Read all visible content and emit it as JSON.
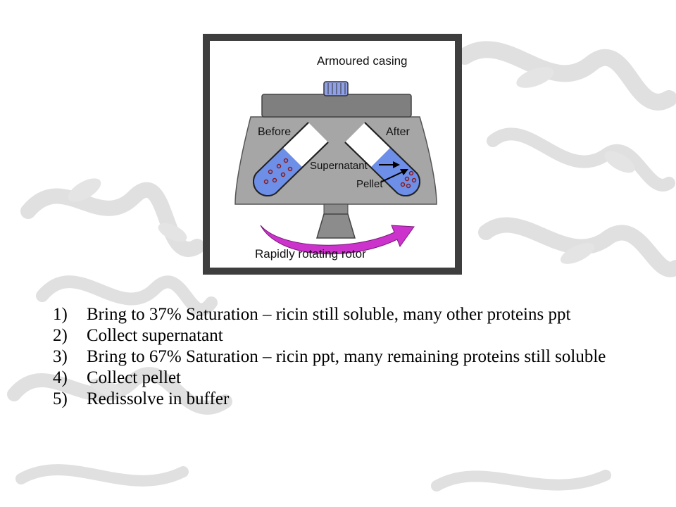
{
  "diagram": {
    "labels": {
      "casing": "Armoured casing",
      "before": "Before",
      "after": "After",
      "supernatant": "Supernatant",
      "pellet": "Pellet",
      "rotor": "Rapidly rotating rotor"
    },
    "colors": {
      "frame": "#3e3e3e",
      "rotor_body": "#a6a6a6",
      "lid": "#7f7f7f",
      "cap": "#8fa0e6",
      "liquid": "#6e8fe8",
      "arrow": "#cc33cc",
      "particles": "#8b1a1a"
    }
  },
  "steps": [
    {
      "num": "1)",
      "text": "Bring to 37% Saturation – ricin still soluble, many other proteins ppt"
    },
    {
      "num": "2)",
      "text": "Collect supernatant"
    },
    {
      "num": "3)",
      "text": "Bring to 67% Saturation – ricin ppt, many remaining proteins still soluble"
    },
    {
      "num": "4)",
      "text": "Collect pellet"
    },
    {
      "num": "5)",
      "text": "Redissolve in buffer"
    }
  ]
}
